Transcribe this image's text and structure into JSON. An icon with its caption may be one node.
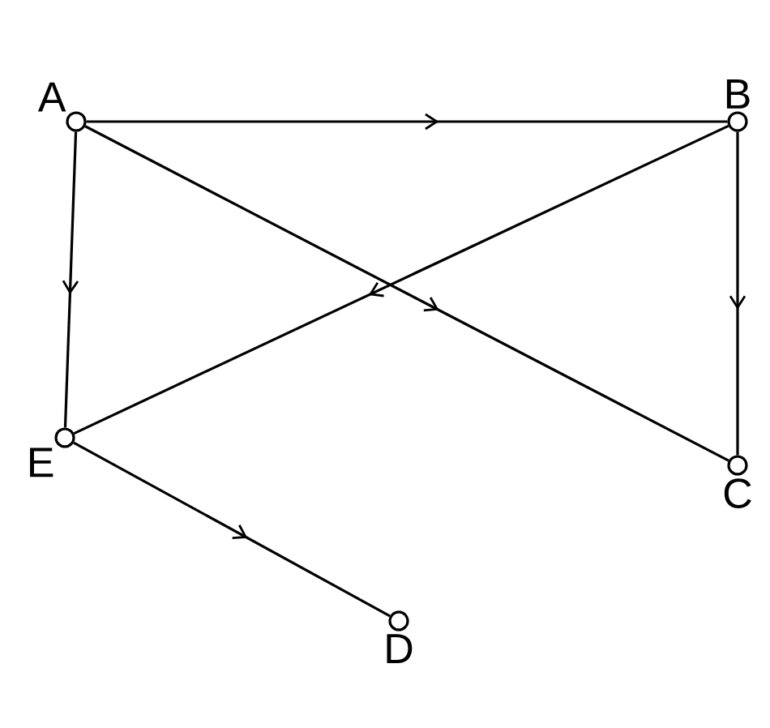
{
  "diagram": {
    "nodes": [
      {
        "text": [
          "A"
        ]
      },
      {
        "text": [
          "B"
        ]
      },
      {
        "text": [
          "C"
        ]
      },
      {
        "text": [
          "E"
        ]
      },
      {
        "text": [
          "D"
        ]
      }
    ],
    "edges": [
      {
        "from": 0,
        "to": 1,
        "arrow": "to"
      },
      {
        "from": 0,
        "to": 3,
        "arrow": "to"
      },
      {
        "from": 0,
        "to": 2,
        "arrow": "to"
      },
      {
        "from": 1,
        "to": 2,
        "arrow": "to"
      },
      {
        "from": 1,
        "to": 3,
        "arrow": "to"
      },
      {
        "from": 3,
        "to": 4,
        "arrow": "to"
      }
    ]
  }
}
